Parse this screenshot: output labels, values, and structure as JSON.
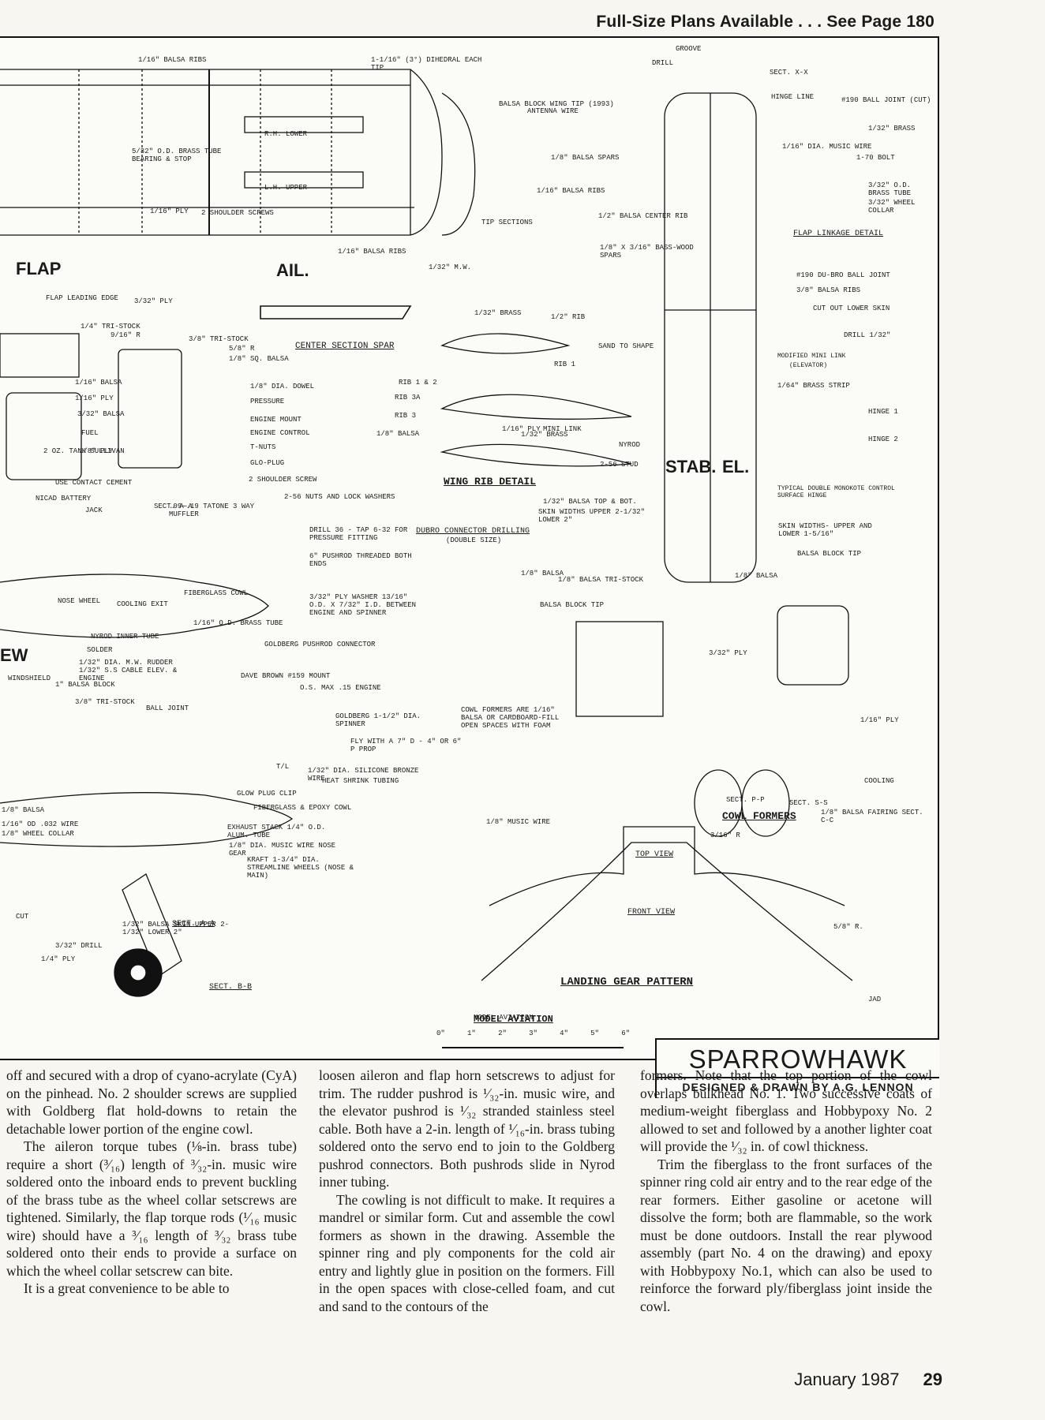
{
  "header": {
    "plans": "Full-Size Plans Available . . . See Page 180"
  },
  "plan": {
    "big_labels": {
      "flap": "FLAP",
      "ail": "AIL.",
      "stab": "STAB.",
      "el": "EL.",
      "ew": "EW"
    },
    "section_titles": {
      "center_spar": "CENTER SECTION SPAR",
      "wing_rib": "WING RIB DETAIL",
      "dubro": "DUBRO CONNECTOR DRILLING",
      "dubro_sub": "(DOUBLE SIZE)",
      "flap_linkage": "FLAP LINKAGE DETAIL",
      "mini_link": "MODIFIED MINI LINK",
      "mini_link_sub": "(ELEVATOR)",
      "hinge": "TYPICAL DOUBLE MONOKOTE CONTROL SURFACE HINGE",
      "cowl_formers": "COWL FORMERS",
      "landing_gear": "LANDING GEAR PATTERN",
      "top_view": "TOP VIEW",
      "front_view": "FRONT VIEW",
      "sect_aa": "SECT. A-A",
      "sect_bb": "SECT. B-B",
      "sect_xx": "SECT. X-X",
      "sect_pp": "SECT. P-P",
      "sect_ss": "SECT. S-S",
      "sect_aa_small": "SECT. A-A"
    },
    "callouts": [
      "1/16\" BALSA RIBS",
      "1-1/16\" (3°) DIHEDRAL EACH TIP",
      "BALSA BLOCK WING TIP (1993)",
      "5/32\" O.D. BRASS TUBE BEARING & STOP",
      "R.H. LOWER",
      "L.H. UPPER",
      "1/16\" PLY",
      "2 SHOULDER SCREWS",
      "TIP SECTIONS",
      "1/16\" BALSA RIBS",
      "FLAP LEADING EDGE",
      "3/32\" PLY",
      "1/4\" TRI-STOCK",
      "9/16\" R",
      "3/8\" TRI-STOCK",
      "5/8\" R",
      "1/8\" SQ. BALSA",
      "1/16\" BALSA",
      "1/16\" PLY",
      "3/32\" BALSA",
      "FUEL",
      "2 OZ. TANK SULLIVAN",
      "1/8\" PLY",
      "1/8\" DIA. DOWEL",
      "PRESSURE",
      "ENGINE MOUNT",
      "ENGINE CONTROL",
      "T-NUTS",
      "GLO-PLUG",
      "2 SHOULDER SCREW",
      "USE CONTACT CEMENT",
      "NICAD BATTERY",
      "JACK",
      ".09-.19 TATONE 3 WAY MUFFLER",
      "2-56 NUTS AND LOCK WASHERS",
      "DRILL 36 - TAP 6-32 FOR PRESSURE FITTING",
      "6\" PUSHROD THREADED BOTH ENDS",
      "3/32\" PLY WASHER 13/16\" O.D. x 7/32\" I.D. BETWEEN ENGINE AND SPINNER",
      "FIBERGLASS COWL",
      "COOLING EXIT",
      "NOSE WHEEL",
      "1/16\" O.D. BRASS TUBE",
      "NYROD INNER TUBE",
      "GOLDBERG PUSHROD CONNECTOR",
      "SOLDER",
      "1/32\" DIA. M.W. RUDDER 1/32\" S.S CABLE ELEV. & ENGINE",
      "WINDSHIELD",
      "1\" BALSA BLOCK",
      "DAVE BROWN #159 MOUNT",
      "O.S. MAX .15 ENGINE",
      "3/8\" TRI-STOCK",
      "BALL JOINT",
      "GOLDBERG 1-1/2\" DIA. SPINNER",
      "FLY WITH A 7\" D - 4\" OR 6\" P PROP",
      "T/L",
      "1/32\" DIA. SILICONE BRONZE WIRE",
      "HEAT SHRINK TUBING",
      "GLOW PLUG CLIP",
      "FIBERGLASS & EPOXY COWL",
      "EXHAUST STACK 1/4\" O.D. ALUM. TUBE",
      "1/8\" DIA. MUSIC WIRE NOSE GEAR",
      "KRAFT 1-3/4\" DIA. STREAMLINE WHEELS (NOSE & MAIN)",
      "1/32\" BALSA SKIN UPPER 2-1/32\" LOWER 2\"",
      "ANTENNA WIRE",
      "1/8\" BALSA SPARS",
      "1/16\" BALSA RIBS",
      "1/2\" BALSA CENTER RIB",
      "1/8\" x 3/16\" BASS-WOOD SPARS",
      "1/32\" M.W.",
      "1/32\" BRASS",
      "1/2\" RIB",
      "SAND TO SHAPE",
      "RIB 1",
      "RIB 1 & 2",
      "RIB 3A",
      "RIB 3",
      "1/8\" BALSA",
      "1/16\" PLY",
      "1/32\" BRASS",
      "MINI LINK",
      "NYROD",
      "2-56 STUD",
      "1/32\" BALSA TOP & BOT.",
      "SKIN WIDTHS UPPER 2-1/32\" LOWER 2\"",
      "1/8\" BALSA TRI-STOCK",
      "BALSA BLOCK TIP",
      "1/8\" BALSA",
      "DRILL",
      "GROOVE",
      "HINGE LINE",
      "#190 BALL JOINT (CUT)",
      "1/32\" BRASS",
      "1/16\" DIA. MUSIC WIRE",
      "1-70 BOLT",
      "3/32\" O.D. BRASS TUBE",
      "3/32\" WHEEL COLLAR",
      "#190 DU-BRO BALL JOINT",
      "3/8\" BALSA RIBS",
      "CUT OUT LOWER SKIN",
      "DRILL 1/32\"",
      "1/64\" BRASS STRIP",
      "HINGE 1",
      "HINGE 2",
      "SKIN WIDTHS- UPPER AND LOWER 1-5/16\"",
      "BALSA BLOCK TIP",
      "1/8\" BALSA",
      "COWL FORMERS ARE 1/16\" BALSA OR CARDBOARD-FILL OPEN SPACES WITH FOAM",
      "3/32\" PLY",
      "1/16\" PLY",
      "COOLING",
      "1/8\" MUSIC WIRE",
      "1/8\" BALSA FAIRING SECT. C-C",
      "3/16\" R",
      "5/8\" R.",
      "JAD",
      "MODEL AVIATION",
      "3/32\" DRILL",
      "1/4\" PLY",
      "CUT",
      "1/16\" OD .032 WIRE",
      "1/8\" WHEEL COLLAR",
      "1/8\" BALSA"
    ],
    "scale": {
      "label": "MODEL AVIATION",
      "ticks": [
        "0\"",
        "1\"",
        "2\"",
        "3\"",
        "4\"",
        "5\"",
        "6\""
      ]
    },
    "title": {
      "name": "SPARROWHAWK",
      "credit": "DESIGNED & DRAWN BY A.G. LENNON"
    }
  },
  "article": {
    "col1": [
      {
        "indent": false,
        "text": "off and secured with a drop of cyano-acrylate (CyA) on the pinhead. No. 2 shoulder screws are supplied with Goldberg flat hold-downs to retain the detachable lower portion of the engine cowl."
      },
      {
        "indent": true,
        "text": "The aileron torque tubes (⅛-in. brass tube) require a short (³⁄₁₆) length of ³⁄₃₂-in. music wire soldered onto the inboard ends to prevent buckling of the brass tube as the wheel collar setscrews are tightened. Similarly, the flap torque rods (¹⁄₁₆ music wire) should have a ³⁄₁₆ length of ³⁄₃₂ brass tube soldered onto their ends to provide a surface on which the wheel collar setscrew can bite."
      },
      {
        "indent": true,
        "text": "It is a great convenience to be able to"
      }
    ],
    "col2": [
      {
        "indent": false,
        "text": "loosen aileron and flap horn setscrews to adjust for trim. The rudder pushrod is ¹⁄₃₂-in. music wire, and the elevator pushrod is ¹⁄₃₂ stranded stainless steel cable. Both have a 2-in. length of ¹⁄₁₆-in. brass tubing soldered onto the servo end to join to the Goldberg pushrod connectors. Both pushrods slide in Nyrod inner tubing."
      },
      {
        "indent": true,
        "text": "The cowling is not difficult to make. It requires a mandrel or similar form. Cut and assemble the cowl formers as shown in the drawing. Assemble the spinner ring and ply components for the cold air entry and lightly glue in position on the formers. Fill in the open spaces with close-celled foam, and cut and sand to the contours of the"
      }
    ],
    "col3": [
      {
        "indent": false,
        "text": "formers. Note that the top portion of the cowl overlaps bulkhead No. 1. Two successive coats of medium-weight fiberglass and Hobbypoxy No. 2 allowed to set and followed by a another lighter coat will provide the ¹⁄₃₂ in. of cowl thickness."
      },
      {
        "indent": true,
        "text": "Trim the fiberglass to the front surfaces of the spinner ring cold air entry and to the rear edge of the rear formers. Either gasoline or acetone will dissolve the form; both are flammable, so the work must be done outdoors. Install the rear plywood assembly (part No. 4 on the drawing) and epoxy with Hobbypoxy No.1, which can also be used to reinforce the forward ply/fiberglass joint inside the cowl."
      }
    ]
  },
  "footer": {
    "date": "January 1987",
    "page": "29"
  }
}
